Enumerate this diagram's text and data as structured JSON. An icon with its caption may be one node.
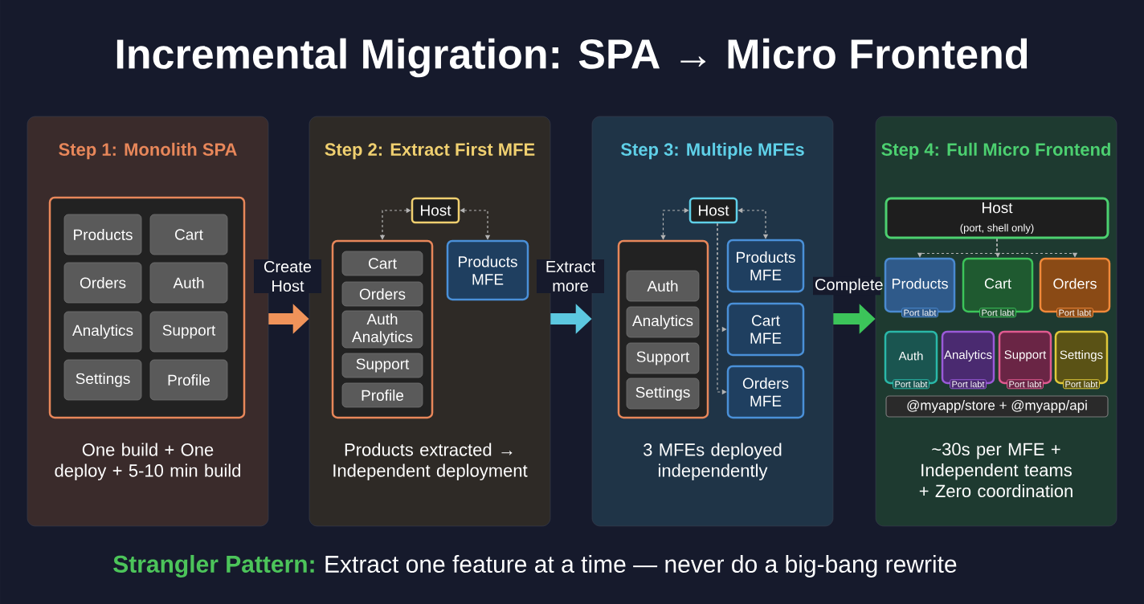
{
  "diagram": {
    "title": "Incremental Migration: SPA → Micro Frontend",
    "nodes": [
      {
        "text": [
          "Step 1: Monolith SPA",
          "One build + One deploy + 5-10 min build"
        ]
      },
      {
        "text": [],
        "shape": "box",
        "in": 0
      },
      {
        "text": [
          "Products"
        ],
        "in": 1
      },
      {
        "text": [
          "Cart"
        ],
        "in": 1
      },
      {
        "text": [
          "Orders"
        ],
        "in": 1
      },
      {
        "text": [
          "Auth"
        ],
        "in": 1
      },
      {
        "text": [
          "Analytics"
        ],
        "in": 1
      },
      {
        "text": [
          "Support"
        ],
        "in": 1
      },
      {
        "text": [
          "Settings"
        ],
        "in": 1
      },
      {
        "text": [
          "Profile"
        ],
        "in": 1
      },
      {
        "text": [
          "Step 2: Extract First MFE",
          "Products extracted → Independent deployment"
        ]
      },
      {
        "text": [
          "Host"
        ],
        "in": 10
      },
      {
        "text": [],
        "shape": "box",
        "in": 10
      },
      {
        "text": [
          "Cart"
        ],
        "in": 12
      },
      {
        "text": [
          "Orders"
        ],
        "in": 12
      },
      {
        "text": [
          "Auth Analytics"
        ],
        "in": 12
      },
      {
        "text": [
          "Support"
        ],
        "in": 12
      },
      {
        "text": [
          "Profile"
        ],
        "in": 12
      },
      {
        "text": [
          "Products MFE"
        ],
        "in": 10
      },
      {
        "text": [
          "Step 3: Multiple MFEs",
          "3 MFEs deployed independently"
        ]
      },
      {
        "text": [
          "Host"
        ],
        "in": 19
      },
      {
        "text": [],
        "shape": "box",
        "in": 19
      },
      {
        "text": [
          "Auth"
        ],
        "in": 21
      },
      {
        "text": [
          "Analytics"
        ],
        "in": 21
      },
      {
        "text": [
          "Support"
        ],
        "in": 21
      },
      {
        "text": [
          "Settings"
        ],
        "in": 21
      },
      {
        "text": [
          "Products MFE"
        ],
        "in": 19
      },
      {
        "text": [
          "Cart MFE"
        ],
        "in": 19
      },
      {
        "text": [
          "Orders MFE"
        ],
        "in": 19
      },
      {
        "text": [
          "Step 4: Full Micro Frontend",
          "~30s per MFE + Independent teams + Zero coordination"
        ]
      },
      {
        "text": [
          "Host",
          "(port, shell only)"
        ],
        "in": 29
      },
      {
        "text": [
          "Products",
          "Port labt"
        ],
        "in": 29
      },
      {
        "text": [
          "Cart",
          "Port labt"
        ],
        "in": 29
      },
      {
        "text": [
          "Orders",
          "Port labt"
        ],
        "in": 29
      },
      {
        "text": [
          "Auth",
          "Port labt"
        ],
        "in": 29
      },
      {
        "text": [
          "Analytics",
          "Port labt"
        ],
        "in": 29
      },
      {
        "text": [
          "Support",
          "Port labt"
        ],
        "in": 29
      },
      {
        "text": [
          "Settings",
          "Port labt"
        ],
        "in": 29
      },
      {
        "text": [
          "@myapp/store + @myapp/api"
        ],
        "in": 29
      }
    ],
    "edges": [
      {
        "from": 0,
        "to": 10,
        "arrow": "to",
        "label": "Create Host",
        "style": "thick",
        "color": "#f0935a"
      },
      {
        "from": 10,
        "to": 19,
        "arrow": "to",
        "label": "Extract more",
        "style": "thick",
        "color": "#5cc8e0"
      },
      {
        "from": 19,
        "to": 29,
        "arrow": "to",
        "label": "Complete",
        "style": "thick",
        "color": "#3cc45a"
      },
      {
        "from": 11,
        "to": 12,
        "arrow": "both",
        "style": "dashed"
      },
      {
        "from": 11,
        "to": 18,
        "arrow": "both",
        "style": "dashed"
      },
      {
        "from": 20,
        "to": 21,
        "arrow": "both",
        "style": "dashed"
      },
      {
        "from": 20,
        "to": 26,
        "arrow": "both",
        "style": "dashed"
      },
      {
        "from": 20,
        "to": 27,
        "arrow": "to",
        "style": "dashed"
      },
      {
        "from": 20,
        "to": 28,
        "arrow": "to",
        "style": "dashed"
      },
      {
        "from": 30,
        "to": 31,
        "arrow": "to",
        "style": "dashed"
      },
      {
        "from": 30,
        "to": 32,
        "arrow": "to",
        "style": "dashed"
      },
      {
        "from": 30,
        "to": 33,
        "arrow": "to",
        "style": "dashed"
      }
    ],
    "labels": [
      "Strangler Pattern:",
      "Extract one feature at a time — never do a big-bang rewrite"
    ]
  }
}
